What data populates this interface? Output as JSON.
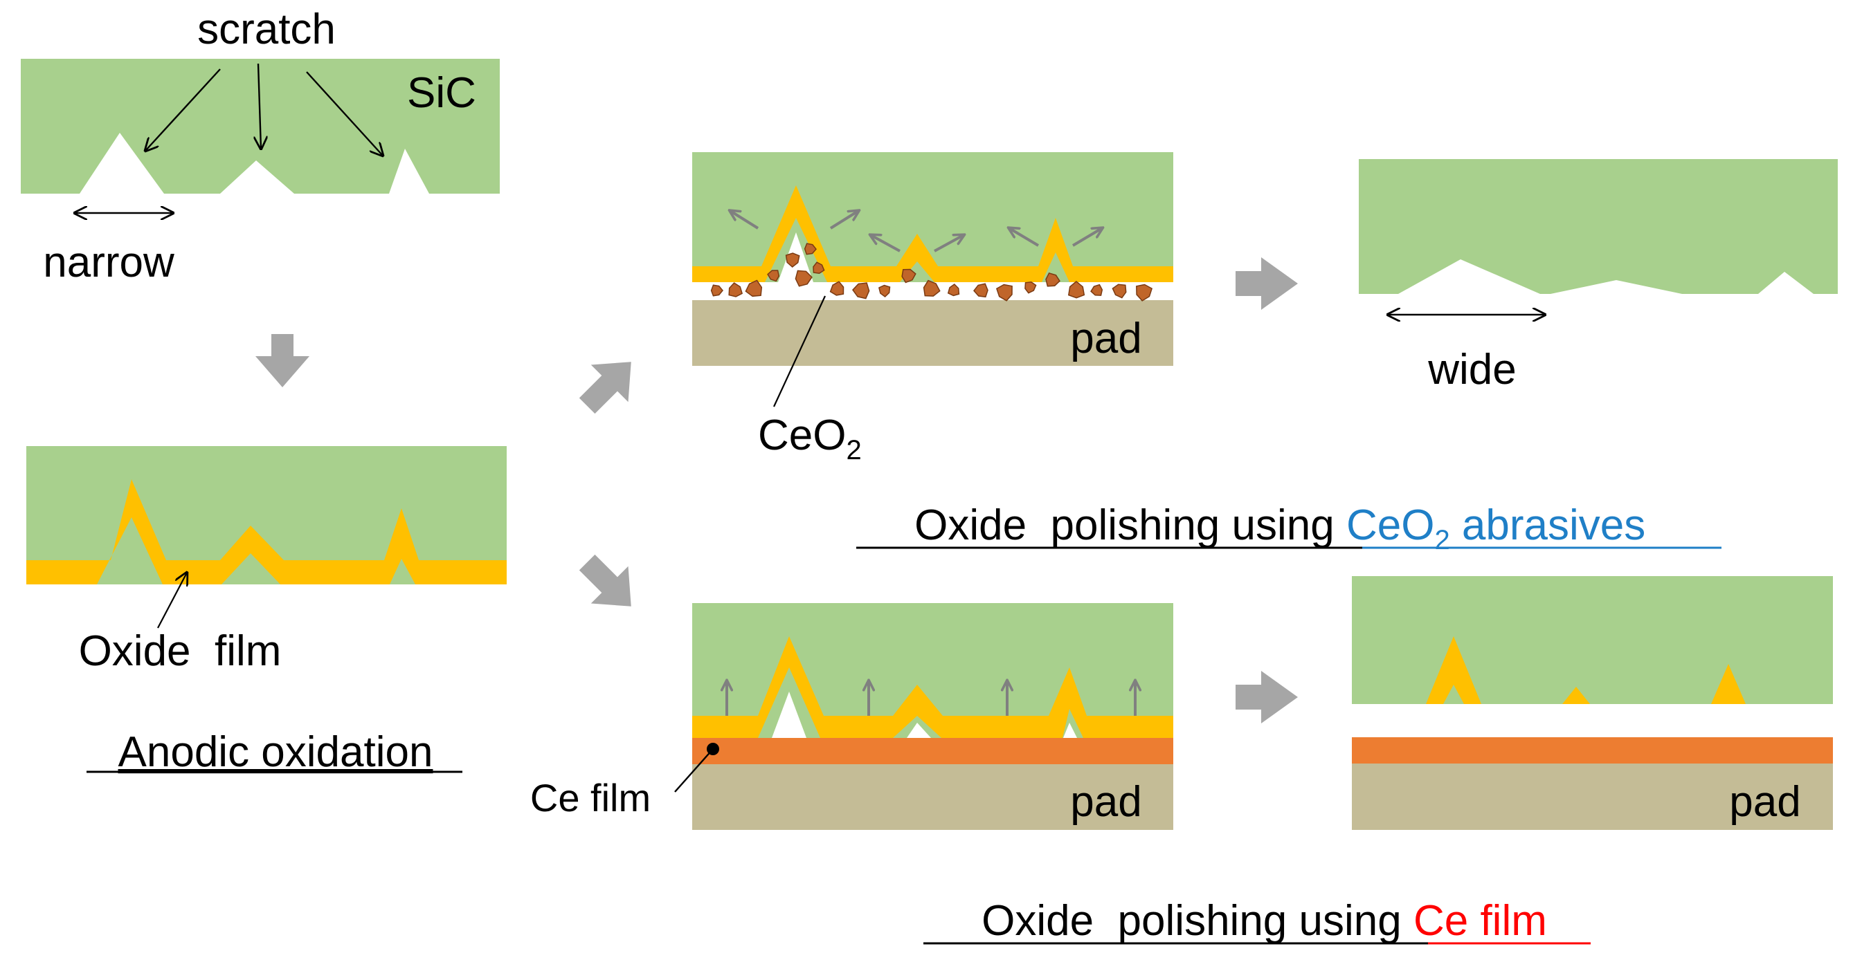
{
  "colors": {
    "sic": "#a8d08d",
    "oxide": "#ffc000",
    "ce_film": "#ed7d31",
    "pad": "#c4bc96",
    "arrow_gray": "#a6a6a6",
    "blue": "#1f7fc7",
    "red": "#ff0000",
    "ceo2_particle": "#c0652a"
  },
  "labels": {
    "scratch": "scratch",
    "sic": "SiC",
    "narrow": "narrow",
    "oxide_film": "Oxide  film",
    "anodic_oxidation": "Anodic oxidation",
    "pad": "pad",
    "ceo2_prefix": "CeO",
    "ceo2_sub": "2",
    "wide": "wide",
    "ce_film": "Ce film"
  },
  "titles": {
    "ceo2_method_prefix": "Oxide  polishing using ",
    "ceo2_method_highlight_main": "CeO",
    "ceo2_method_highlight_sub": "2",
    "ceo2_method_highlight_rest": " abrasives",
    "ce_film_method_prefix": "Oxide  polishing using ",
    "ce_film_method_highlight": "Ce film"
  },
  "icons": {
    "process_arrow": "thick-gray-block-arrow",
    "removal_arrow": "thin-gray-arrow",
    "ceo2_particle": "faceted-brown-particle"
  }
}
